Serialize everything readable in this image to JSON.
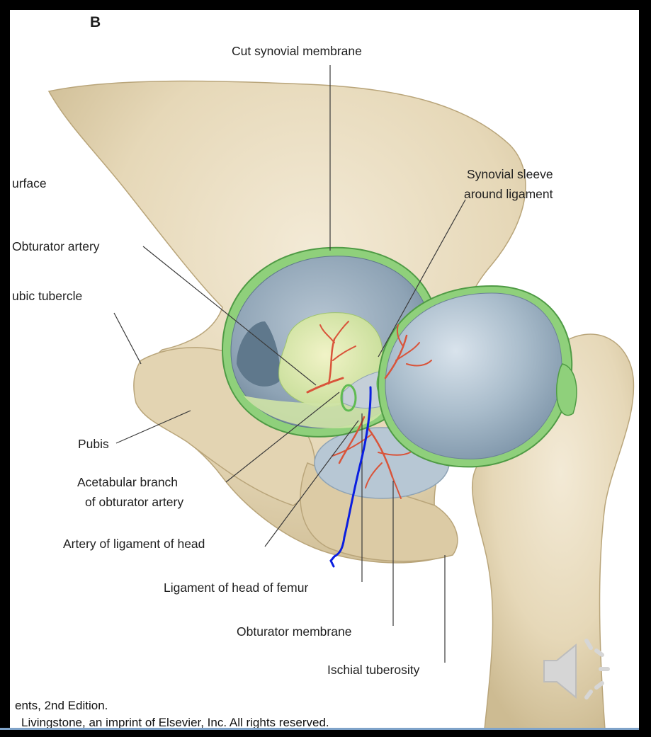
{
  "figure": {
    "panel_letter": "B",
    "labels": {
      "cut_synovial_membrane": "Cut synovial membrane",
      "synovial_sleeve_line1": "Synovial sleeve",
      "synovial_sleeve_line2": "around ligament",
      "surface": "urface",
      "obturator_artery": "Obturator artery",
      "pubic_tubercle": "ubic tubercle",
      "pubis": "Pubis",
      "acetabular_branch_line1": "Acetabular branch",
      "acetabular_branch_line2": "of obturator artery",
      "artery_of_ligament": "Artery of ligament of head",
      "ligament_of_head": "Ligament of head of femur",
      "obturator_membrane": "Obturator membrane",
      "ischial_tuberosity": "Ischial tuberosity"
    },
    "caption_line1": "ents, 2nd Edition.",
    "caption_line2": "Livingstone, an imprint of Elsevier, Inc. All rights reserved."
  },
  "icons": {
    "audio": "speaker-icon"
  },
  "colors": {
    "bone": "#e8dcc0",
    "synovial_green": "#7ccb6a",
    "cartilage_blue": "#9fb3c4",
    "artery_red": "#d9543a",
    "annotation_blue": "#0a1ee0"
  }
}
